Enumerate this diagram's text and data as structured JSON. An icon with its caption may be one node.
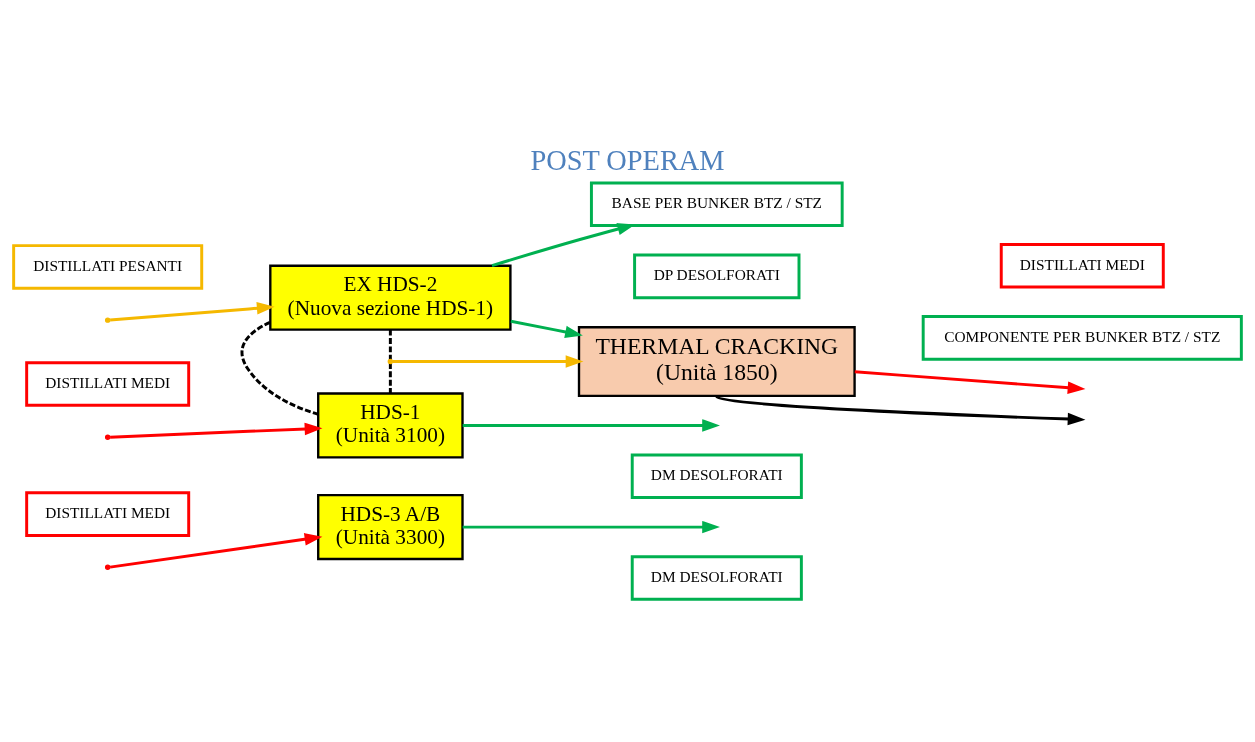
{
  "diagram": {
    "title": "POST OPERAM",
    "nodes": [
      {
        "text": [
          "DISTILLATI PESANTI"
        ]
      },
      {
        "text": [
          "EX HDS-2",
          "(Nuova sezione HDS-1)"
        ]
      },
      {
        "text": [
          "DP DESOLFORATI"
        ]
      },
      {
        "text": [
          "BASE PER BUNKER BTZ / STZ"
        ]
      },
      {
        "text": [
          "THERMAL CRACKING",
          "(Unità 1850)"
        ]
      },
      {
        "text": [
          "DISTILLATI MEDI"
        ]
      },
      {
        "text": [
          "COMPONENTE PER BUNKER BTZ / STZ"
        ]
      },
      {
        "text": [
          "DISTILLATI MEDI"
        ]
      },
      {
        "text": [
          "HDS-1",
          "(Unità 3100)"
        ]
      },
      {
        "text": [
          "DM DESOLFORATI"
        ]
      },
      {
        "text": [
          "DISTILLATI MEDI"
        ]
      },
      {
        "text": [
          "HDS-3 A/B",
          "(Unità 3300)"
        ]
      },
      {
        "text": [
          "DM DESOLFORATI"
        ]
      }
    ],
    "edges": [
      {
        "from": null,
        "to": 1,
        "arrow": "to",
        "color": "#f5b800"
      },
      {
        "from": 1,
        "to": 3,
        "arrow": "to"
      },
      {
        "from": 1,
        "to": 4,
        "arrow": "to"
      },
      {
        "from": 1,
        "to": 8,
        "arrow": "none",
        "style": "dashed",
        "color": "#000000"
      },
      {
        "from": 1,
        "to": 8,
        "arrow": "none",
        "style": "dashed",
        "color": "#000000"
      },
      {
        "from": 4,
        "to": null,
        "arrow": "to",
        "color": "#000000"
      },
      {
        "from": 4,
        "to": null,
        "arrow": "to",
        "color": "#ff0000"
      },
      {
        "from": null,
        "to": 4,
        "arrow": "to",
        "color": "#f5b800"
      },
      {
        "from": 8,
        "to": null,
        "arrow": "to"
      },
      {
        "from": null,
        "to": 8,
        "arrow": "to",
        "color": "#ff0000"
      },
      {
        "from": 11,
        "to": null,
        "arrow": "to"
      },
      {
        "from": null,
        "to": 11,
        "arrow": "to",
        "color": "#ff0000"
      }
    ]
  }
}
